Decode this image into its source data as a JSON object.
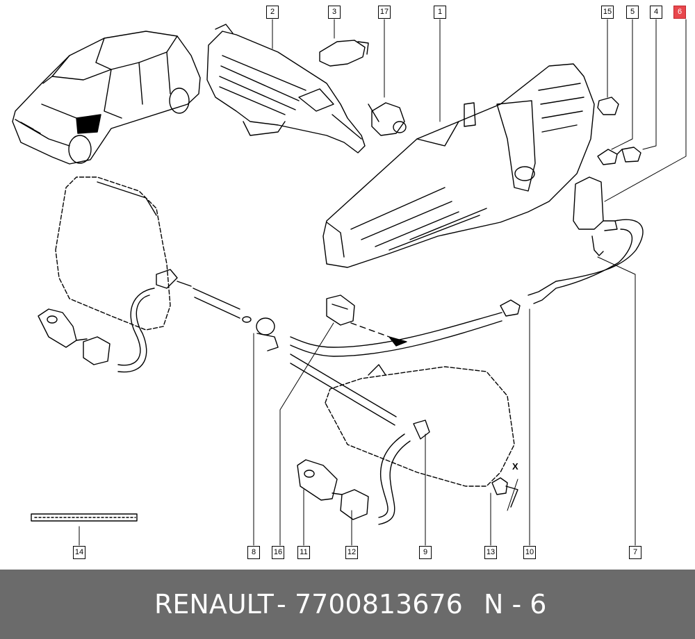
{
  "diagram": {
    "callouts": {
      "c1": "1",
      "c2": "2",
      "c3": "3",
      "c4": "4",
      "c5": "5",
      "c6": "6",
      "c7": "7",
      "c8": "8",
      "c9": "9",
      "c10": "10",
      "c11": "11",
      "c12": "12",
      "c13": "13",
      "c14": "14",
      "c15": "15",
      "c16": "16",
      "c17": "17"
    },
    "highlighted_callout": "6",
    "section_mark": "X",
    "highlight_color": "#e8474d"
  },
  "footer": {
    "brand": "RENAULT",
    "separator": "-",
    "part_number": "7700813676",
    "sheet": "N - 6",
    "background": "#6b6b6b"
  }
}
